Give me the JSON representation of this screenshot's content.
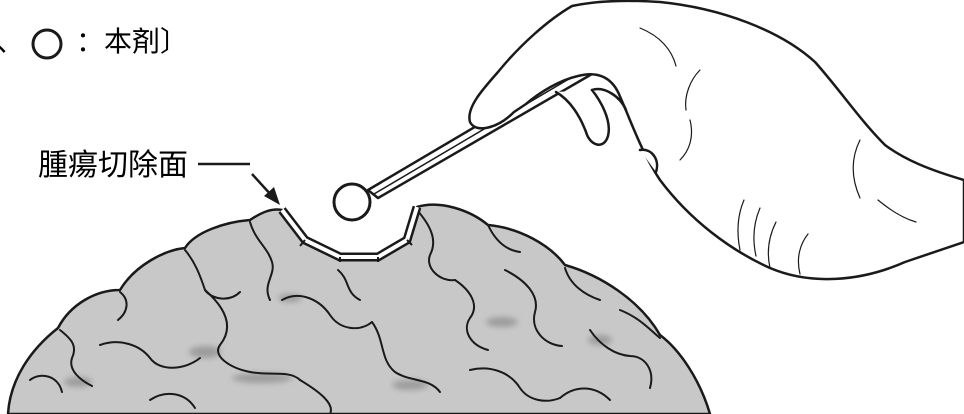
{
  "legend": {
    "prefix": "、",
    "symbol_name": "circle-outline-icon",
    "label": "：本剤〕"
  },
  "annotation": {
    "label": "腫瘍切除面"
  },
  "colors": {
    "brain_fill": "#c8c8c8",
    "brain_shadow": "#9a9a9a",
    "stroke": "#1a1a1a",
    "background": "#ffffff"
  },
  "icons": [
    "brain-illustration",
    "gloved-hand-icon",
    "forceps-icon",
    "agent-circle-icon",
    "arrow-icon"
  ]
}
